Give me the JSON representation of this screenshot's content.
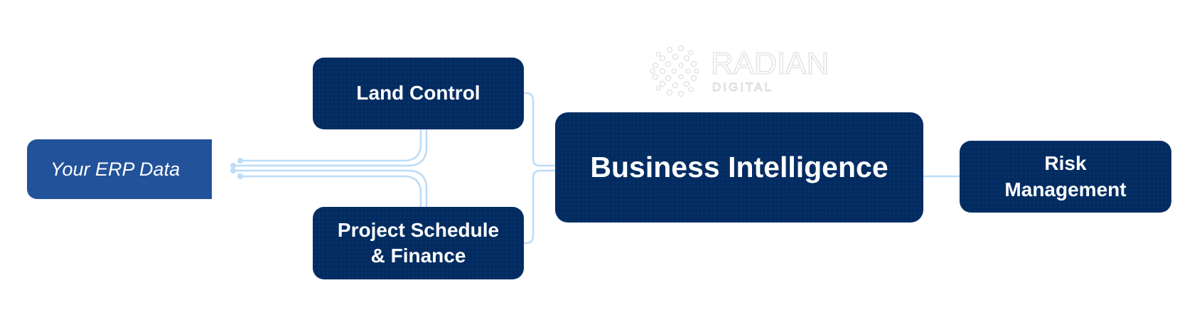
{
  "diagram": {
    "source": {
      "label": "Your ERP Data",
      "color": "#22529a"
    },
    "nodes": [
      {
        "id": "land",
        "label": "Land Control"
      },
      {
        "id": "project",
        "label": "Project Schedule\n& Finance"
      },
      {
        "id": "bi",
        "label": "Business Intelligence"
      },
      {
        "id": "risk",
        "label": "Risk\nManagement"
      }
    ],
    "node_color": "#022c61",
    "connector_color": "#bcdcf7",
    "edges": [
      {
        "from": "source",
        "to": "land"
      },
      {
        "from": "source",
        "to": "project"
      },
      {
        "from": "land",
        "to": "bi"
      },
      {
        "from": "project",
        "to": "bi"
      },
      {
        "from": "bi",
        "to": "risk"
      }
    ]
  },
  "logo": {
    "name": "RADIAN",
    "sub": "DIGITAL"
  }
}
